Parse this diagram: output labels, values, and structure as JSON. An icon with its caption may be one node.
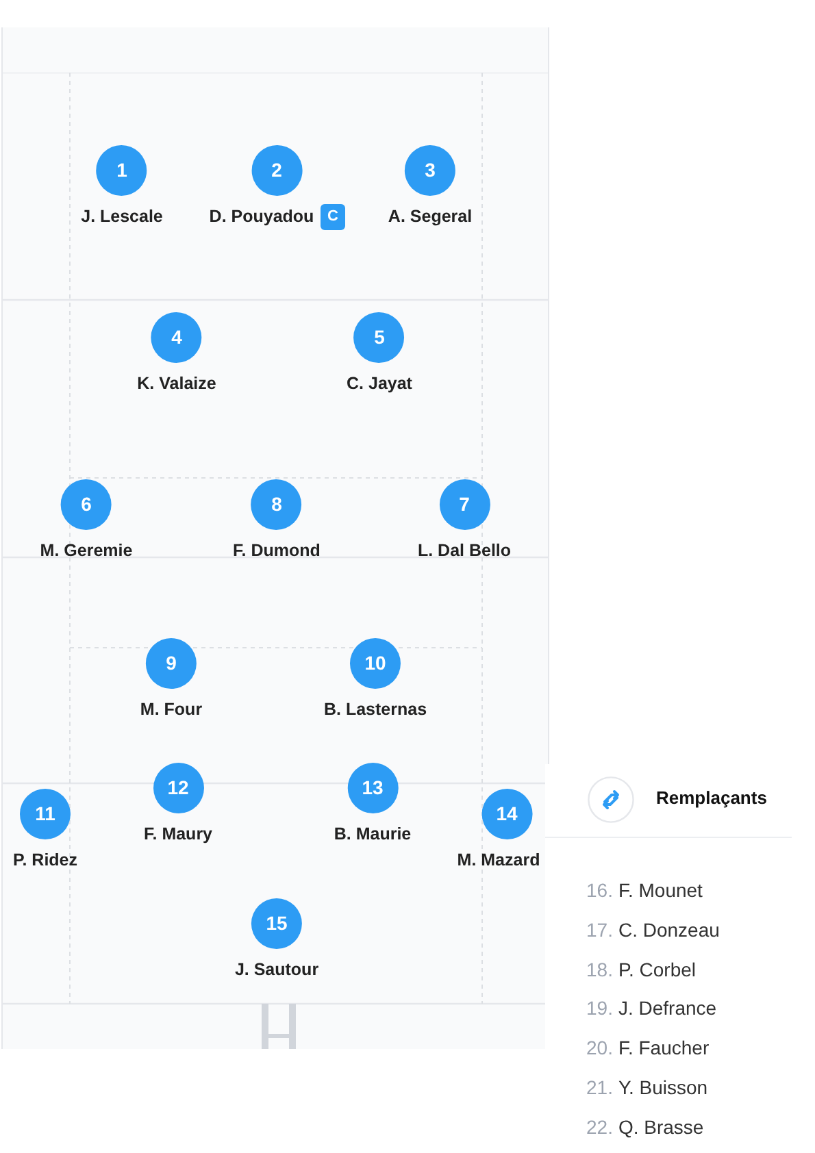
{
  "diagram": {
    "nodes": [
      {
        "text": [
          "1",
          "J. Lescale"
        ]
      },
      {
        "text": [
          "2",
          "D. Pouyadou"
        ]
      },
      {
        "text": [
          "C"
        ]
      },
      {
        "text": [
          "3",
          "A. Segeral"
        ]
      },
      {
        "text": [
          "4",
          "K. Valaize"
        ]
      },
      {
        "text": [
          "5",
          "C. Jayat"
        ]
      },
      {
        "text": [
          "6",
          "M. Geremie"
        ]
      },
      {
        "text": [
          "8",
          "F. Dumond"
        ]
      },
      {
        "text": [
          "7",
          "L. Dal Bello"
        ]
      },
      {
        "text": [
          "9",
          "M. Four"
        ]
      },
      {
        "text": [
          "10",
          "B. Lasternas"
        ]
      },
      {
        "text": [
          "11",
          "P. Ridez"
        ]
      },
      {
        "text": [
          "12",
          "F. Maury"
        ]
      },
      {
        "text": [
          "13",
          "B. Maurie"
        ]
      },
      {
        "text": [
          "14",
          "M. Mazard"
        ]
      },
      {
        "text": [
          "15",
          "J. Sautour"
        ]
      }
    ],
    "labels": [
      "Remplaçants",
      "16.",
      "F. Mounet",
      "17.",
      "C. Donzeau",
      "18.",
      "P. Corbel",
      "19.",
      "J. Defrance",
      "20.",
      "F. Faucher",
      "21.",
      "Y. Buisson",
      "22.",
      "Q. Brasse"
    ]
  }
}
